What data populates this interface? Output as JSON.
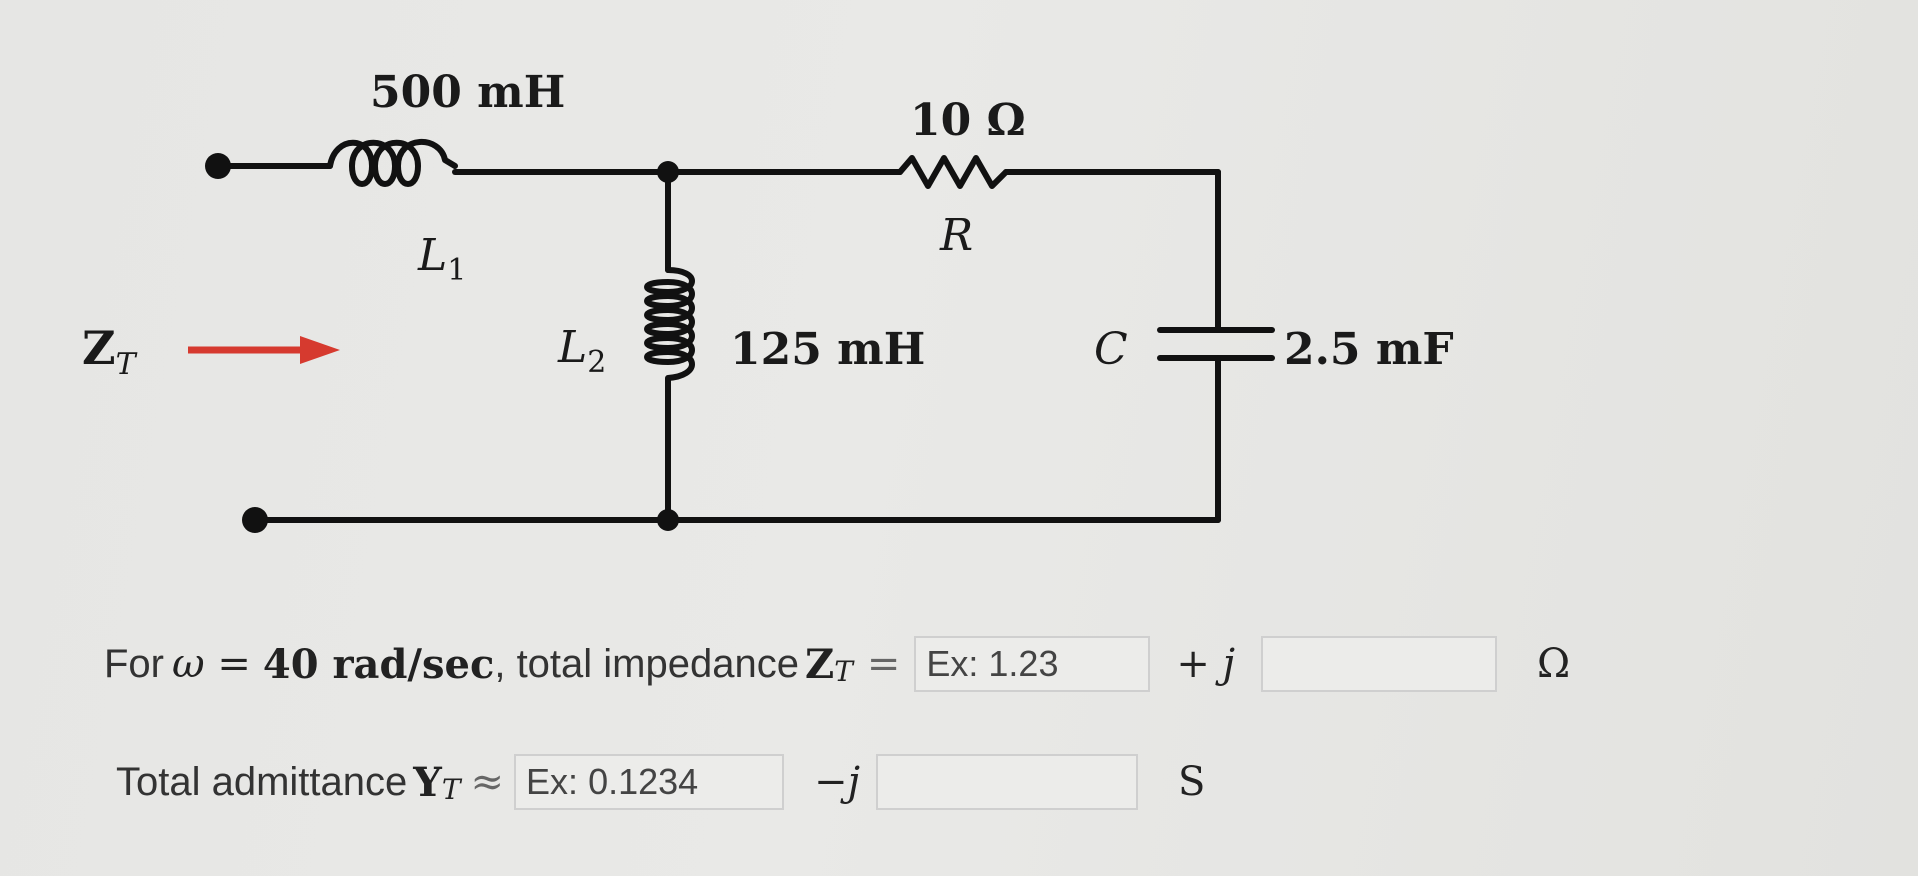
{
  "circuit": {
    "l1_value": "500 mH",
    "l1_label": "L",
    "l1_sub": "1",
    "r_value": "10 Ω",
    "r_label": "R",
    "l2_label": "L",
    "l2_sub": "2",
    "l2_value": "125 mH",
    "c_label": "C",
    "c_value": "2.5 mF",
    "zt_label": "Z",
    "zt_sub": "T",
    "arrow_color": "#d63a2f",
    "wire_color": "#111111"
  },
  "question1": {
    "prefix": "For ",
    "omega": "ω = ",
    "value": "40 rad/sec",
    "middle": ", total impedance ",
    "z": "Z",
    "z_sub": "T",
    "eq": " = ",
    "real_placeholder": "Ex: 1.23",
    "plus_j": "+ j",
    "unit": "Ω"
  },
  "question2": {
    "prefix": "Total admittance ",
    "y": "Y",
    "y_sub": "T",
    "approx": " ≈ ",
    "real_placeholder": "Ex: 0.1234",
    "minus_j": "−j",
    "unit": "S"
  }
}
